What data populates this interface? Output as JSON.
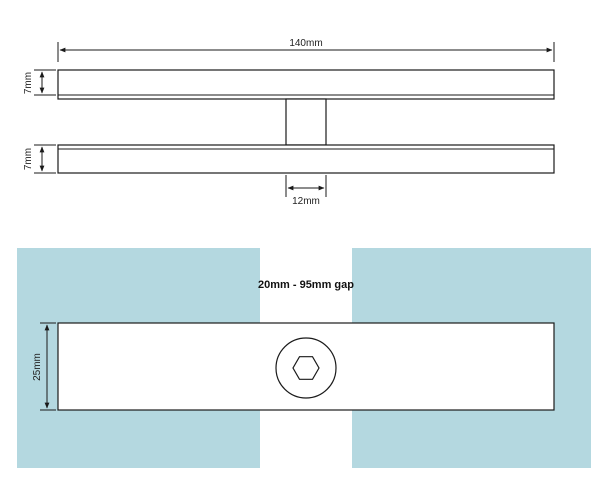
{
  "dimensions": {
    "length": "140mm",
    "top_plate_thickness": "7mm",
    "bottom_plate_thickness": "7mm",
    "spacer_width": "12mm",
    "width": "25mm",
    "gap": "20mm - 95mm gap"
  },
  "colors": {
    "glass": "#b4d8e0",
    "line": "#1a1a1a",
    "plate_fill": "#ffffff",
    "gap_fill": "#ffffff"
  },
  "icons": {
    "bolt": "hex-socket-bolt-icon"
  }
}
